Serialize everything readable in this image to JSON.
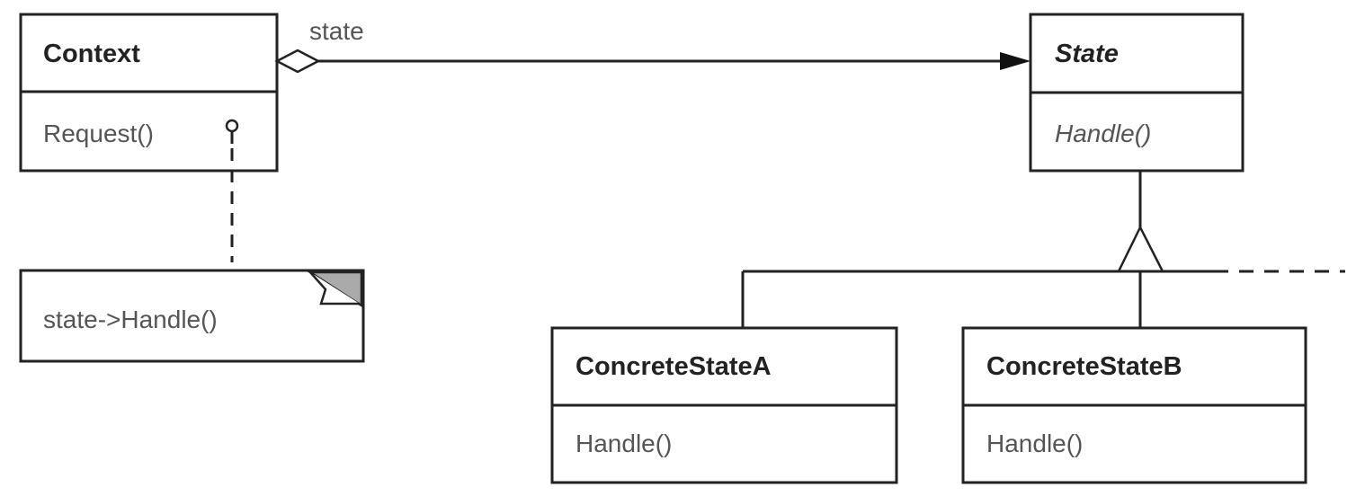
{
  "classes": {
    "context": {
      "name": "Context",
      "operation": "Request()"
    },
    "state": {
      "name": "State",
      "operation": "Handle()"
    },
    "concrete_a": {
      "name": "ConcreteStateA",
      "operation": "Handle()"
    },
    "concrete_b": {
      "name": "ConcreteStateB",
      "operation": "Handle()"
    }
  },
  "association": {
    "role_label": "state"
  },
  "note": {
    "text": "state->Handle()"
  }
}
